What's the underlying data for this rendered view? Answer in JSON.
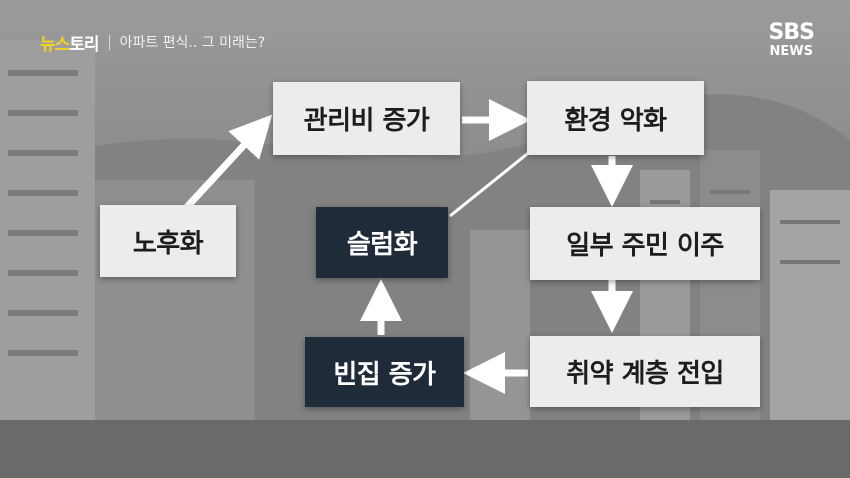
{
  "header": {
    "brand_accent": "뉴스",
    "brand_rest": "토리",
    "title": "아파트 편식.. 그 미래는?"
  },
  "logo": {
    "line1": "SBS",
    "line2": "NEWS"
  },
  "colors": {
    "brand_yellow": "#f2d21b",
    "paper_card": "#ececea",
    "dark_card": "#1f2b38",
    "arrow": "#ffffff"
  },
  "nodes": {
    "aging": "노후화",
    "fee_increase": "관리비 증가",
    "env_decline": "환경 악화",
    "residents_leave": "일부 주민 이주",
    "vulnerable_move_in": "취약 계층 전입",
    "vacancy_increase": "빈집 증가",
    "slum": "슬럼화"
  }
}
